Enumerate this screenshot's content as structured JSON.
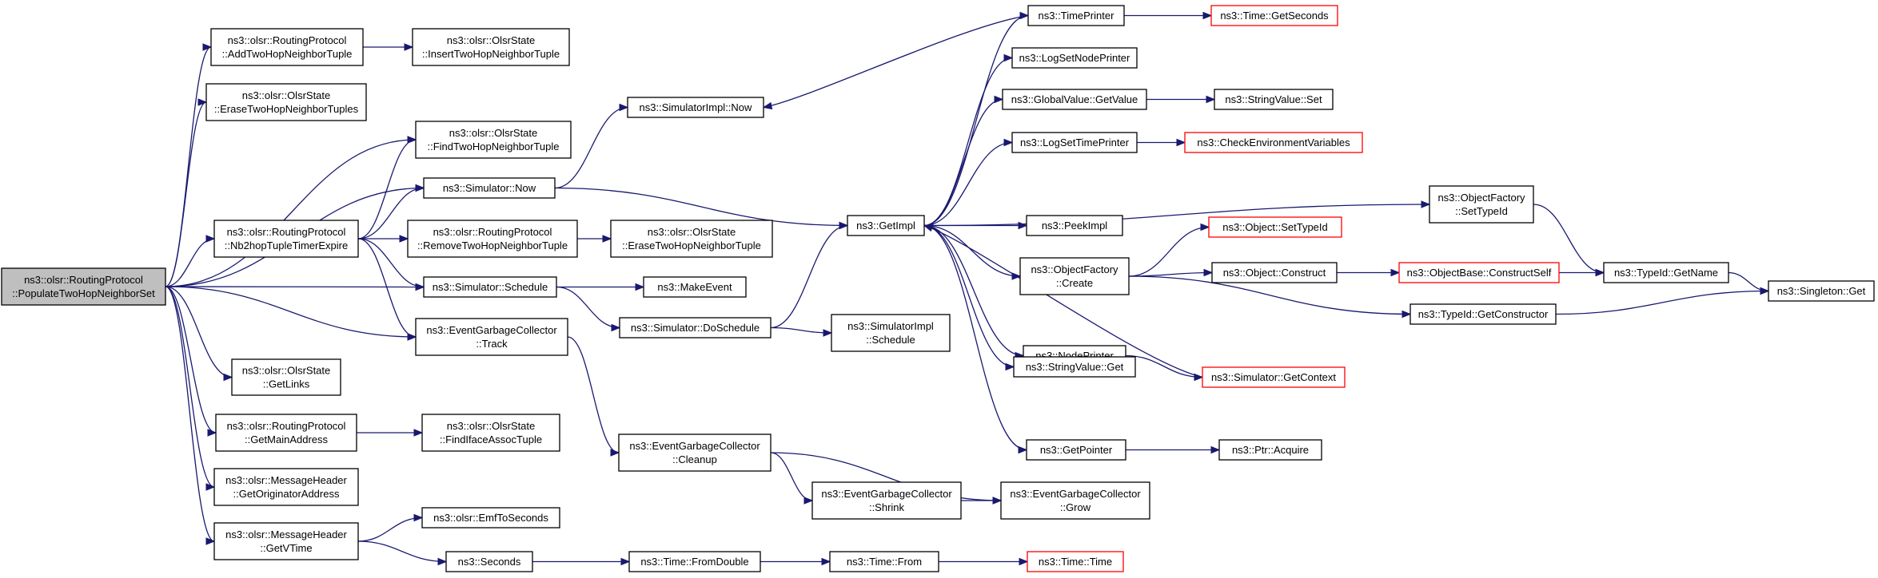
{
  "graph": {
    "edge_color": "#191970",
    "root_fill": "#bfbfbf",
    "truncated_border_color": "#ff0000",
    "nodes": [
      {
        "id": "root",
        "lines": [
          "ns3::olsr::RoutingProtocol",
          "::PopulateTwoHopNeighborSet"
        ],
        "root": true
      },
      {
        "id": "addTwoHop",
        "lines": [
          "ns3::olsr::RoutingProtocol",
          "::AddTwoHopNeighborTuple"
        ]
      },
      {
        "id": "insertTwoHop",
        "lines": [
          "ns3::olsr::OlsrState",
          "::InsertTwoHopNeighborTuple"
        ]
      },
      {
        "id": "eraseTwoHopTuples",
        "lines": [
          "ns3::olsr::OlsrState",
          "::EraseTwoHopNeighborTuples"
        ]
      },
      {
        "id": "findTwoHop",
        "lines": [
          "ns3::olsr::OlsrState",
          "::FindTwoHopNeighborTuple"
        ]
      },
      {
        "id": "simNow",
        "lines": [
          "ns3::Simulator::Now"
        ]
      },
      {
        "id": "simImplNow",
        "lines": [
          "ns3::SimulatorImpl::Now"
        ]
      },
      {
        "id": "nb2hop",
        "lines": [
          "ns3::olsr::RoutingProtocol",
          "::Nb2hopTupleTimerExpire"
        ]
      },
      {
        "id": "removeTwoHop",
        "lines": [
          "ns3::olsr::RoutingProtocol",
          "::RemoveTwoHopNeighborTuple"
        ]
      },
      {
        "id": "eraseTwoHopTuple",
        "lines": [
          "ns3::olsr::OlsrState",
          "::EraseTwoHopNeighborTuple"
        ]
      },
      {
        "id": "simSchedule",
        "lines": [
          "ns3::Simulator::Schedule"
        ]
      },
      {
        "id": "makeEvent",
        "lines": [
          "ns3::MakeEvent"
        ]
      },
      {
        "id": "simDoSchedule",
        "lines": [
          "ns3::Simulator::DoSchedule"
        ]
      },
      {
        "id": "simImplSchedule",
        "lines": [
          "ns3::SimulatorImpl",
          "::Schedule"
        ]
      },
      {
        "id": "egcTrack",
        "lines": [
          "ns3::EventGarbageCollector",
          "::Track"
        ]
      },
      {
        "id": "getLinks",
        "lines": [
          "ns3::olsr::OlsrState",
          "::GetLinks"
        ]
      },
      {
        "id": "getMainAddress",
        "lines": [
          "ns3::olsr::RoutingProtocol",
          "::GetMainAddress"
        ]
      },
      {
        "id": "findIface",
        "lines": [
          "ns3::olsr::OlsrState",
          "::FindIfaceAssocTuple"
        ]
      },
      {
        "id": "getOrigAddr",
        "lines": [
          "ns3::olsr::MessageHeader",
          "::GetOriginatorAddress"
        ]
      },
      {
        "id": "getVTime",
        "lines": [
          "ns3::olsr::MessageHeader",
          "::GetVTime"
        ]
      },
      {
        "id": "emfToSeconds",
        "lines": [
          "ns3::olsr::EmfToSeconds"
        ]
      },
      {
        "id": "seconds",
        "lines": [
          "ns3::Seconds"
        ]
      },
      {
        "id": "timeFromDouble",
        "lines": [
          "ns3::Time::FromDouble"
        ]
      },
      {
        "id": "timeFrom",
        "lines": [
          "ns3::Time::From"
        ]
      },
      {
        "id": "timeTime",
        "lines": [
          "ns3::Time::Time"
        ],
        "truncated": true
      },
      {
        "id": "egcCleanup",
        "lines": [
          "ns3::EventGarbageCollector",
          "::Cleanup"
        ]
      },
      {
        "id": "egcShrink",
        "lines": [
          "ns3::EventGarbageCollector",
          "::Shrink"
        ]
      },
      {
        "id": "egcGrow",
        "lines": [
          "ns3::EventGarbageCollector",
          "::Grow"
        ]
      },
      {
        "id": "getImpl",
        "lines": [
          "ns3::GetImpl"
        ]
      },
      {
        "id": "timePrinter",
        "lines": [
          "ns3::TimePrinter"
        ]
      },
      {
        "id": "timeGetSeconds",
        "lines": [
          "ns3::Time::GetSeconds"
        ],
        "truncated": true
      },
      {
        "id": "logSetNodePrinter",
        "lines": [
          "ns3::LogSetNodePrinter"
        ]
      },
      {
        "id": "globalValueGet",
        "lines": [
          "ns3::GlobalValue::GetValue"
        ]
      },
      {
        "id": "stringValueSet",
        "lines": [
          "ns3::StringValue::Set"
        ]
      },
      {
        "id": "logSetTimePrinter",
        "lines": [
          "ns3::LogSetTimePrinter"
        ]
      },
      {
        "id": "checkEnv",
        "lines": [
          "ns3::CheckEnvironmentVariables"
        ],
        "truncated": true
      },
      {
        "id": "peekImpl",
        "lines": [
          "ns3::PeekImpl"
        ]
      },
      {
        "id": "objFactoryCreate",
        "lines": [
          "ns3::ObjectFactory",
          "::Create"
        ]
      },
      {
        "id": "objSetTypeId",
        "lines": [
          "ns3::Object::SetTypeId"
        ],
        "truncated": true
      },
      {
        "id": "objConstruct",
        "lines": [
          "ns3::Object::Construct"
        ]
      },
      {
        "id": "objBaseConstructSelf",
        "lines": [
          "ns3::ObjectBase::ConstructSelf"
        ],
        "truncated": true
      },
      {
        "id": "objFactorySetTypeId",
        "lines": [
          "ns3::ObjectFactory",
          "::SetTypeId"
        ]
      },
      {
        "id": "typeIdGetName",
        "lines": [
          "ns3::TypeId::GetName"
        ]
      },
      {
        "id": "singletonGet",
        "lines": [
          "ns3::Singleton::Get"
        ]
      },
      {
        "id": "typeIdGetConstructor",
        "lines": [
          "ns3::TypeId::GetConstructor"
        ]
      },
      {
        "id": "nodePrinter",
        "lines": [
          "ns3::NodePrinter"
        ]
      },
      {
        "id": "simGetContext",
        "lines": [
          "ns3::Simulator::GetContext"
        ],
        "truncated": true
      },
      {
        "id": "stringValueGet",
        "lines": [
          "ns3::StringValue::Get"
        ]
      },
      {
        "id": "getPointer",
        "lines": [
          "ns3::GetPointer"
        ]
      },
      {
        "id": "ptrAcquire",
        "lines": [
          "ns3::Ptr::Acquire"
        ]
      }
    ],
    "edges": [
      [
        "root",
        "addTwoHop"
      ],
      [
        "root",
        "eraseTwoHopTuples"
      ],
      [
        "root",
        "findTwoHop"
      ],
      [
        "root",
        "simNow"
      ],
      [
        "root",
        "nb2hop"
      ],
      [
        "root",
        "simSchedule"
      ],
      [
        "root",
        "egcTrack"
      ],
      [
        "root",
        "getLinks"
      ],
      [
        "root",
        "getMainAddress"
      ],
      [
        "root",
        "getOrigAddr"
      ],
      [
        "root",
        "getVTime"
      ],
      [
        "addTwoHop",
        "insertTwoHop"
      ],
      [
        "nb2hop",
        "findTwoHop"
      ],
      [
        "nb2hop",
        "simNow"
      ],
      [
        "nb2hop",
        "removeTwoHop"
      ],
      [
        "nb2hop",
        "simSchedule"
      ],
      [
        "nb2hop",
        "egcTrack"
      ],
      [
        "removeTwoHop",
        "eraseTwoHopTuple"
      ],
      [
        "simNow",
        "simImplNow"
      ],
      [
        "simNow",
        "getImpl"
      ],
      [
        "simSchedule",
        "makeEvent"
      ],
      [
        "simSchedule",
        "simDoSchedule"
      ],
      [
        "simDoSchedule",
        "getImpl"
      ],
      [
        "simDoSchedule",
        "simImplSchedule"
      ],
      [
        "egcTrack",
        "egcCleanup"
      ],
      [
        "egcCleanup",
        "egcShrink"
      ],
      [
        "egcCleanup",
        "egcGrow"
      ],
      [
        "egcShrink",
        "egcGrow"
      ],
      [
        "getMainAddress",
        "findIface"
      ],
      [
        "getVTime",
        "emfToSeconds"
      ],
      [
        "getVTime",
        "seconds"
      ],
      [
        "seconds",
        "timeFromDouble"
      ],
      [
        "timeFromDouble",
        "timeFrom"
      ],
      [
        "timeFrom",
        "timeTime"
      ],
      [
        "getImpl",
        "timePrinter"
      ],
      [
        "getImpl",
        "logSetNodePrinter"
      ],
      [
        "getImpl",
        "globalValueGet"
      ],
      [
        "getImpl",
        "logSetTimePrinter"
      ],
      [
        "getImpl",
        "objFactorySetTypeId"
      ],
      [
        "getImpl",
        "peekImpl"
      ],
      [
        "getImpl",
        "objFactoryCreate"
      ],
      [
        "getImpl",
        "nodePrinter"
      ],
      [
        "getImpl",
        "stringValueGet"
      ],
      [
        "getImpl",
        "getPointer"
      ],
      [
        "timePrinter",
        "simImplNow"
      ],
      [
        "timePrinter",
        "timeGetSeconds"
      ],
      [
        "globalValueGet",
        "stringValueSet"
      ],
      [
        "logSetTimePrinter",
        "checkEnv"
      ],
      [
        "objFactoryCreate",
        "objSetTypeId"
      ],
      [
        "objFactoryCreate",
        "objConstruct"
      ],
      [
        "objFactoryCreate",
        "typeIdGetConstructor"
      ],
      [
        "objConstruct",
        "objBaseConstructSelf"
      ],
      [
        "objBaseConstructSelf",
        "typeIdGetName"
      ],
      [
        "objFactorySetTypeId",
        "typeIdGetName"
      ],
      [
        "typeIdGetName",
        "singletonGet"
      ],
      [
        "typeIdGetConstructor",
        "singletonGet"
      ],
      [
        "nodePrinter",
        "simGetContext"
      ],
      [
        "simGetContext",
        "getImpl"
      ],
      [
        "getPointer",
        "ptrAcquire"
      ]
    ]
  }
}
